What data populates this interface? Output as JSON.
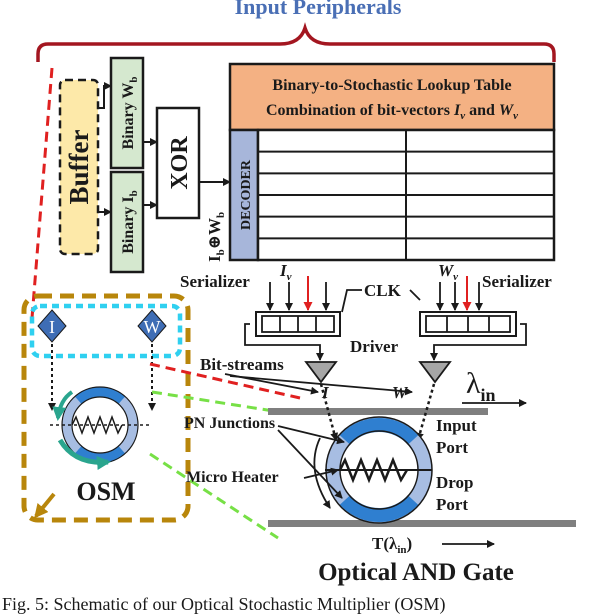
{
  "header": {
    "title": "Input Peripherals"
  },
  "blocks": {
    "buffer": "Buffer",
    "binary_w": "Binary W",
    "binary_w_sub": "b",
    "binary_i": "Binary I",
    "binary_i_sub": "b",
    "xor": "XOR",
    "xor_out_main": "I",
    "xor_out_sub1": "b",
    "xor_out_op": "⊕W",
    "xor_out_sub2": "b",
    "decoder": "DECODER"
  },
  "lut": {
    "title_line1": "Binary-to-Stochastic Lookup Table",
    "title_line2_prefix": "Combination of bit-vectors ",
    "title_line2_i": "I",
    "title_line2_i_sub": "v",
    "title_line2_mid": " and ",
    "title_line2_w": "W",
    "title_line2_w_sub": "v",
    "rows": 6,
    "cols": 2
  },
  "serializers": {
    "left_label": "Serializer",
    "right_label": "Serializer",
    "iv": "I",
    "iv_sub": "v",
    "wv": "W",
    "wv_sub": "v",
    "clk": "CLK",
    "driver": "Driver",
    "bitstreams": "Bit-streams",
    "stream_i": "I",
    "stream_w": "W"
  },
  "osm": {
    "i_label": "I",
    "w_label": "W",
    "name": "OSM"
  },
  "gate": {
    "lambda_in": "λ",
    "lambda_in_sub": "in",
    "pn_junctions": "PN Junctions",
    "micro_heater": "Micro Heater",
    "input_port_1": "Input",
    "input_port_2": "Port",
    "drop_port_1": "Drop",
    "drop_port_2": "Port",
    "output_main": "T(λ",
    "output_sub": "in",
    "output_close": ")",
    "title": "Optical AND Gate"
  },
  "caption": {
    "text": "Fig. 5: Schematic of our Optical Stochastic Multiplier (OSM)"
  },
  "colors": {
    "title_blue": "#4a6fb5",
    "brace_red": "#a31620",
    "buffer_fill": "#fde9a9",
    "binary_fill": "#d5e8cf",
    "lut_header": "#f4b183",
    "decoder_fill": "#a7b6da",
    "osm_border": "#b8860b",
    "cyan": "#2fd0f0",
    "diamond": "#3e6db5",
    "ring_light": "#a7bde2",
    "ring_dark": "#2f7fd0",
    "green_dash": "#77e046",
    "red_dash": "#e02020",
    "teal": "#2aa58e"
  }
}
